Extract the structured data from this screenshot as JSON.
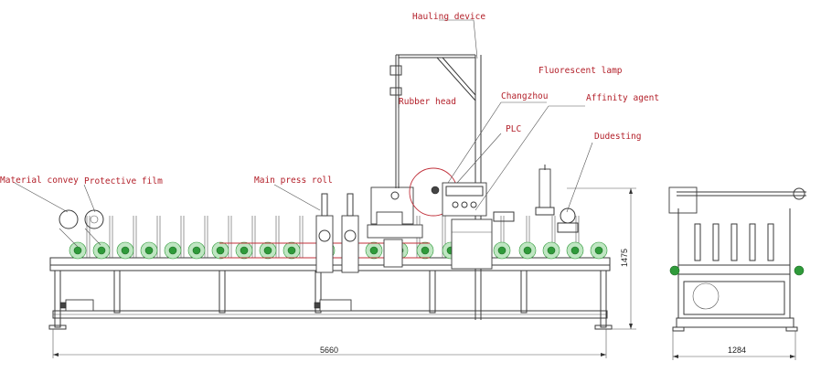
{
  "labels": {
    "hauling_device": "Hauling device",
    "fluorescent_lamp": "Fluorescent lamp",
    "rubber_head": "Rubber head",
    "changzhou": "Changzhou",
    "affinity_agent": "Affinity agent",
    "plc": "PLC",
    "dudesting": "Dudesting",
    "material_convey": "Material convey",
    "protective_film": "Protective film",
    "main_press_roll": "Main press roll"
  },
  "dimensions": {
    "overall_length": "5660",
    "overall_height": "1475",
    "side_width": "1284"
  },
  "colors": {
    "label_text": "#b3202a",
    "roller_green": "#2f9a3a",
    "line": "#3a3a3a"
  }
}
